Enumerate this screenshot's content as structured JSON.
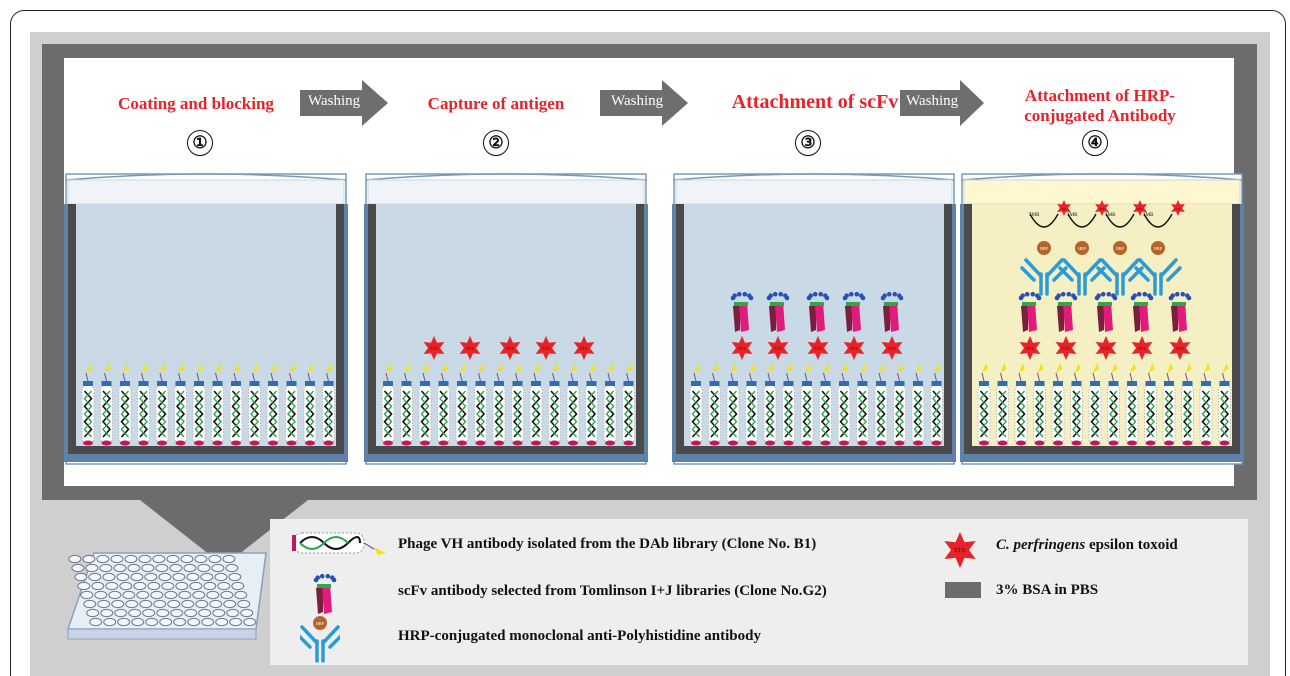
{
  "steps": [
    {
      "number": "①",
      "title_line1": "Coating and blocking",
      "title_line2": ""
    },
    {
      "number": "②",
      "title_line1": "Capture of antigen",
      "title_line2": ""
    },
    {
      "number": "③",
      "title_line1": "Attachment of scFv",
      "title_line2": ""
    },
    {
      "number": "④",
      "title_line1": "Attachment of  HRP-",
      "title_line2": "conjugated Antibody"
    }
  ],
  "arrows": [
    "Washing",
    "Washing",
    "Washing"
  ],
  "toxin_label": "ETX",
  "hrp_label": "HRP",
  "tmb_label": "TMB",
  "legend": {
    "phage": "Phage VH antibody isolated from the DAb library (Clone No. B1)",
    "scfv": "scFv antibody selected from Tomlinson I+J libraries (Clone No.G2)",
    "hrp_antibody": "HRP-conjugated monoclonal anti-Polyhistidine antibody",
    "toxoid_italic": "C. perfringens",
    "toxoid_rest": " epsilon toxoid",
    "bsa": "3% BSA in PBS"
  },
  "colors": {
    "title_red": "#e8222a",
    "arrow_grey": "#6e6e6e",
    "well_wall": "#5e82a8",
    "well_liquid": "#c9d9e6",
    "substrate": "#f4f0c4",
    "toxoid": "#e82229",
    "bsa": "#6c6c6c"
  }
}
